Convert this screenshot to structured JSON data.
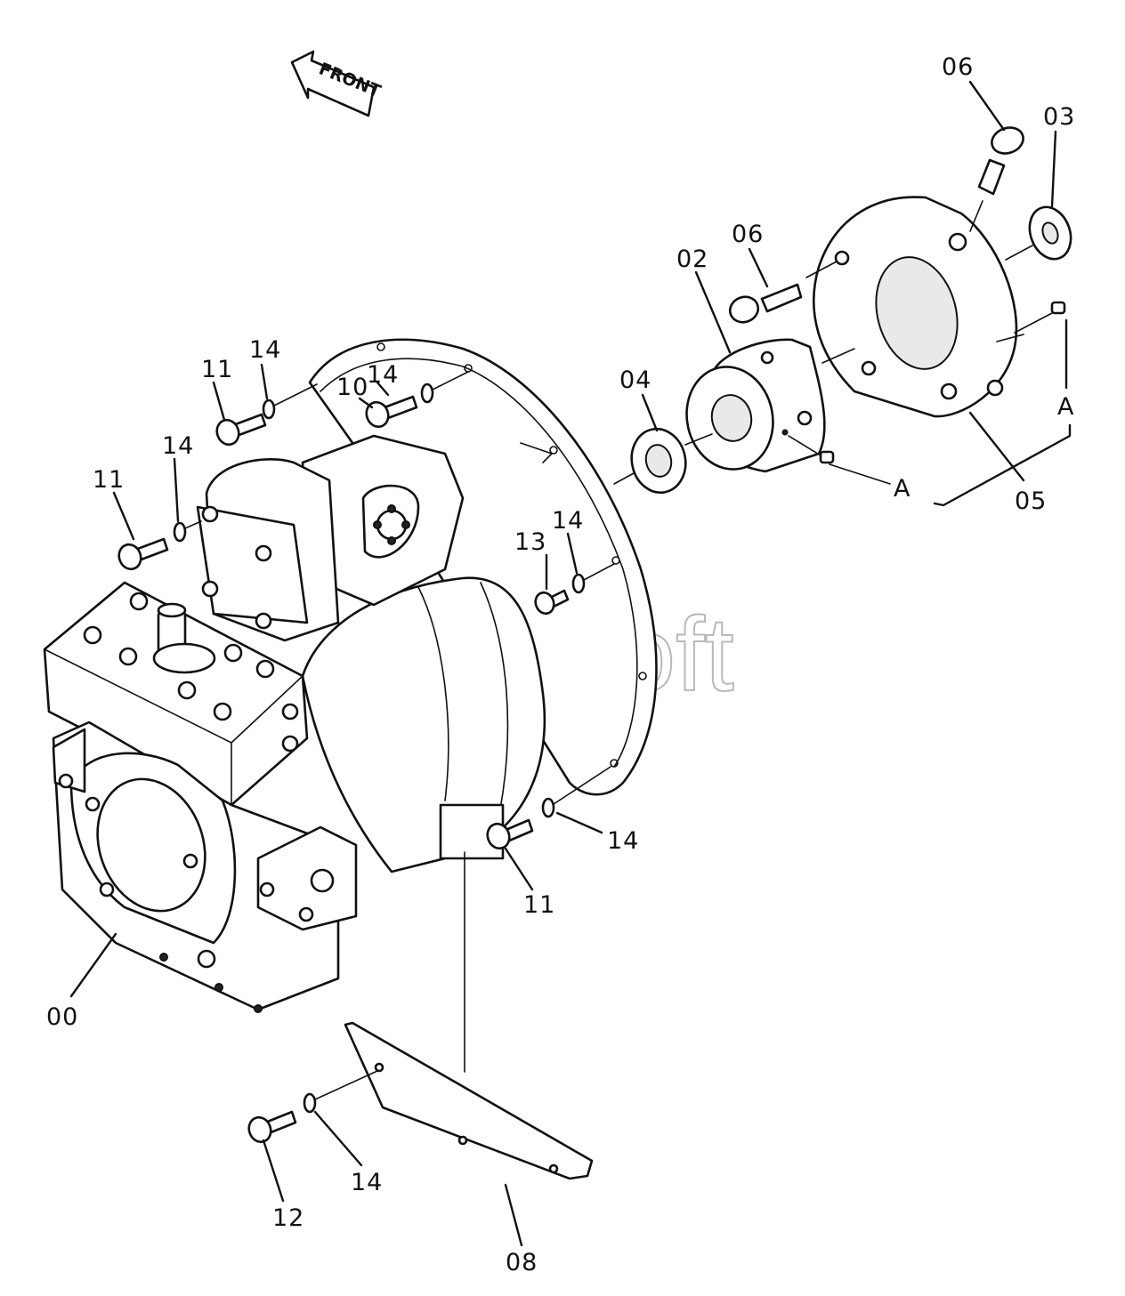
{
  "direction_marker": "FRONT",
  "watermark": "AutoSoft",
  "callouts": [
    {
      "id": "c00",
      "text": "00"
    },
    {
      "id": "c02",
      "text": "02"
    },
    {
      "id": "c03",
      "text": "03"
    },
    {
      "id": "c04",
      "text": "04"
    },
    {
      "id": "c05",
      "text": "05"
    },
    {
      "id": "c06a",
      "text": "06"
    },
    {
      "id": "c06b",
      "text": "06"
    },
    {
      "id": "c08",
      "text": "08"
    },
    {
      "id": "c10",
      "text": "10"
    },
    {
      "id": "c11a",
      "text": "11"
    },
    {
      "id": "c11b",
      "text": "11"
    },
    {
      "id": "c11c",
      "text": "11"
    },
    {
      "id": "c12",
      "text": "12"
    },
    {
      "id": "c13",
      "text": "13"
    },
    {
      "id": "c14a",
      "text": "14"
    },
    {
      "id": "c14b",
      "text": "14"
    },
    {
      "id": "c14c",
      "text": "14"
    },
    {
      "id": "c14d",
      "text": "14"
    },
    {
      "id": "c14e",
      "text": "14"
    },
    {
      "id": "c14f",
      "text": "14"
    },
    {
      "id": "cA1",
      "text": "A"
    },
    {
      "id": "cA2",
      "text": "A"
    }
  ]
}
